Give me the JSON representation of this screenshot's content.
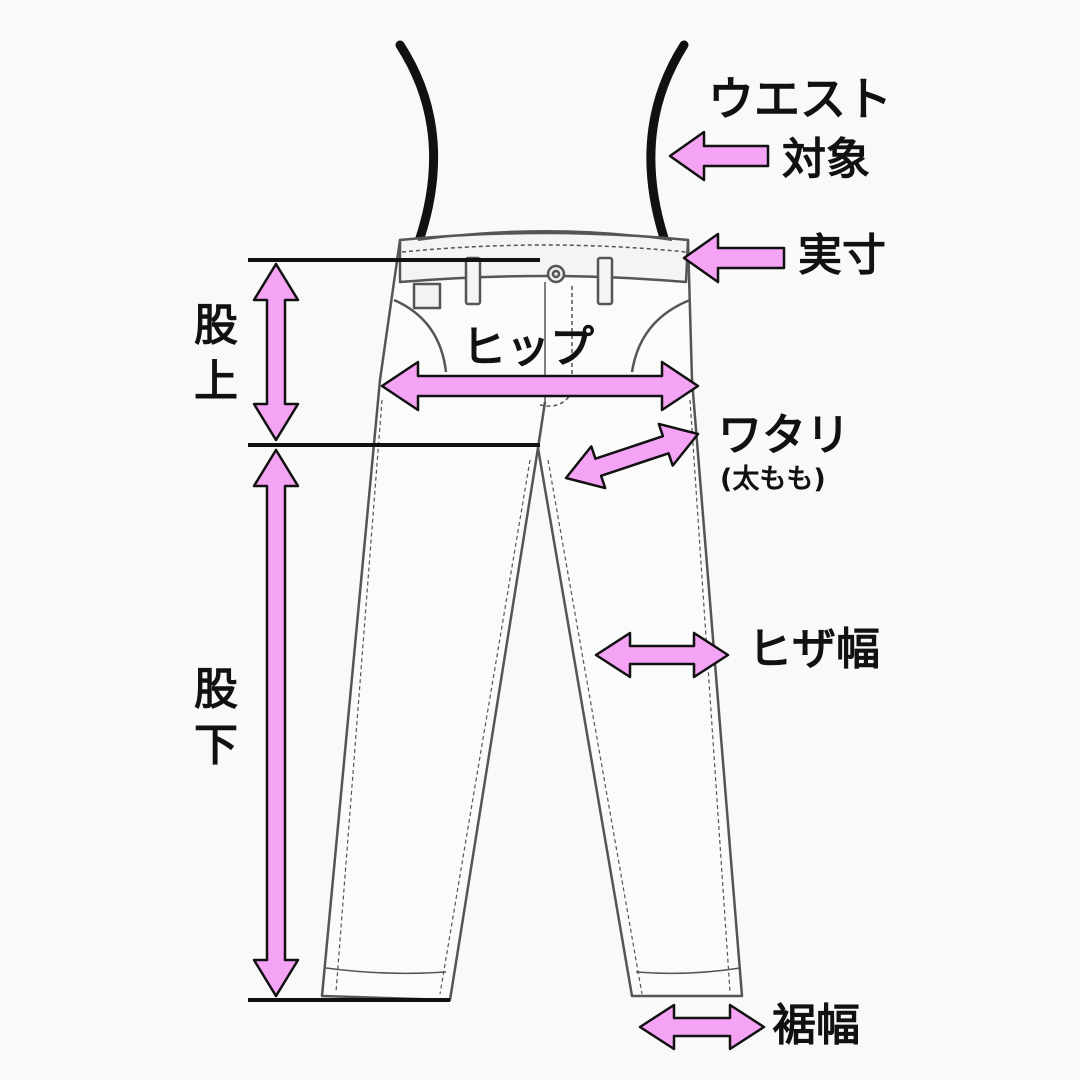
{
  "labels": {
    "waist": "ウエスト",
    "waist_target": "対象",
    "waist_actual": "実寸",
    "hip": "ヒップ",
    "rise": [
      "股",
      "上"
    ],
    "inseam": [
      "股",
      "下"
    ],
    "thigh": "ワタリ",
    "thigh_note": "(太もも)",
    "knee": "ヒザ幅",
    "hem": "裾幅"
  },
  "colors": {
    "arrow_fill": "#f5a3f5",
    "arrow_stroke": "#111111",
    "line": "#111111",
    "garment": "#555555",
    "background": "#f9f9f9"
  }
}
